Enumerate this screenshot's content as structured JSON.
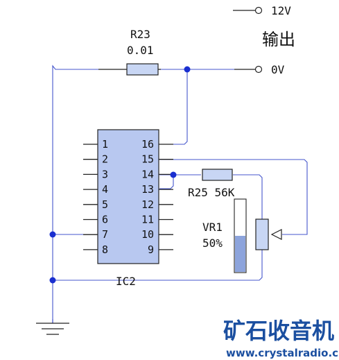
{
  "colors": {
    "wire": "#4455cc",
    "junction": "#1a2fd0",
    "ic_fill": "#b8c8f0",
    "component_fill": "#c8d6f4",
    "slider_fill": "#8da4dc",
    "lead": "#222222",
    "watermark": "#1b4fa0"
  },
  "terminals": {
    "supply_label": "12V",
    "output_title": "输出",
    "ground_ref_label": "0V"
  },
  "r23": {
    "name": "R23",
    "value": "0.01"
  },
  "r25": {
    "label": "R25 56K"
  },
  "vr1": {
    "name": "VR1",
    "position_label": "50%",
    "slider_level": 0.5
  },
  "ic": {
    "name": "IC2",
    "left_pins": [
      "1",
      "2",
      "3",
      "4",
      "5",
      "6",
      "7",
      "8"
    ],
    "right_pins": [
      "16",
      "15",
      "14",
      "13",
      "12",
      "11",
      "10",
      "9"
    ]
  },
  "watermark": {
    "title": "矿石收音机",
    "url": "www.crystalradio.cn"
  }
}
